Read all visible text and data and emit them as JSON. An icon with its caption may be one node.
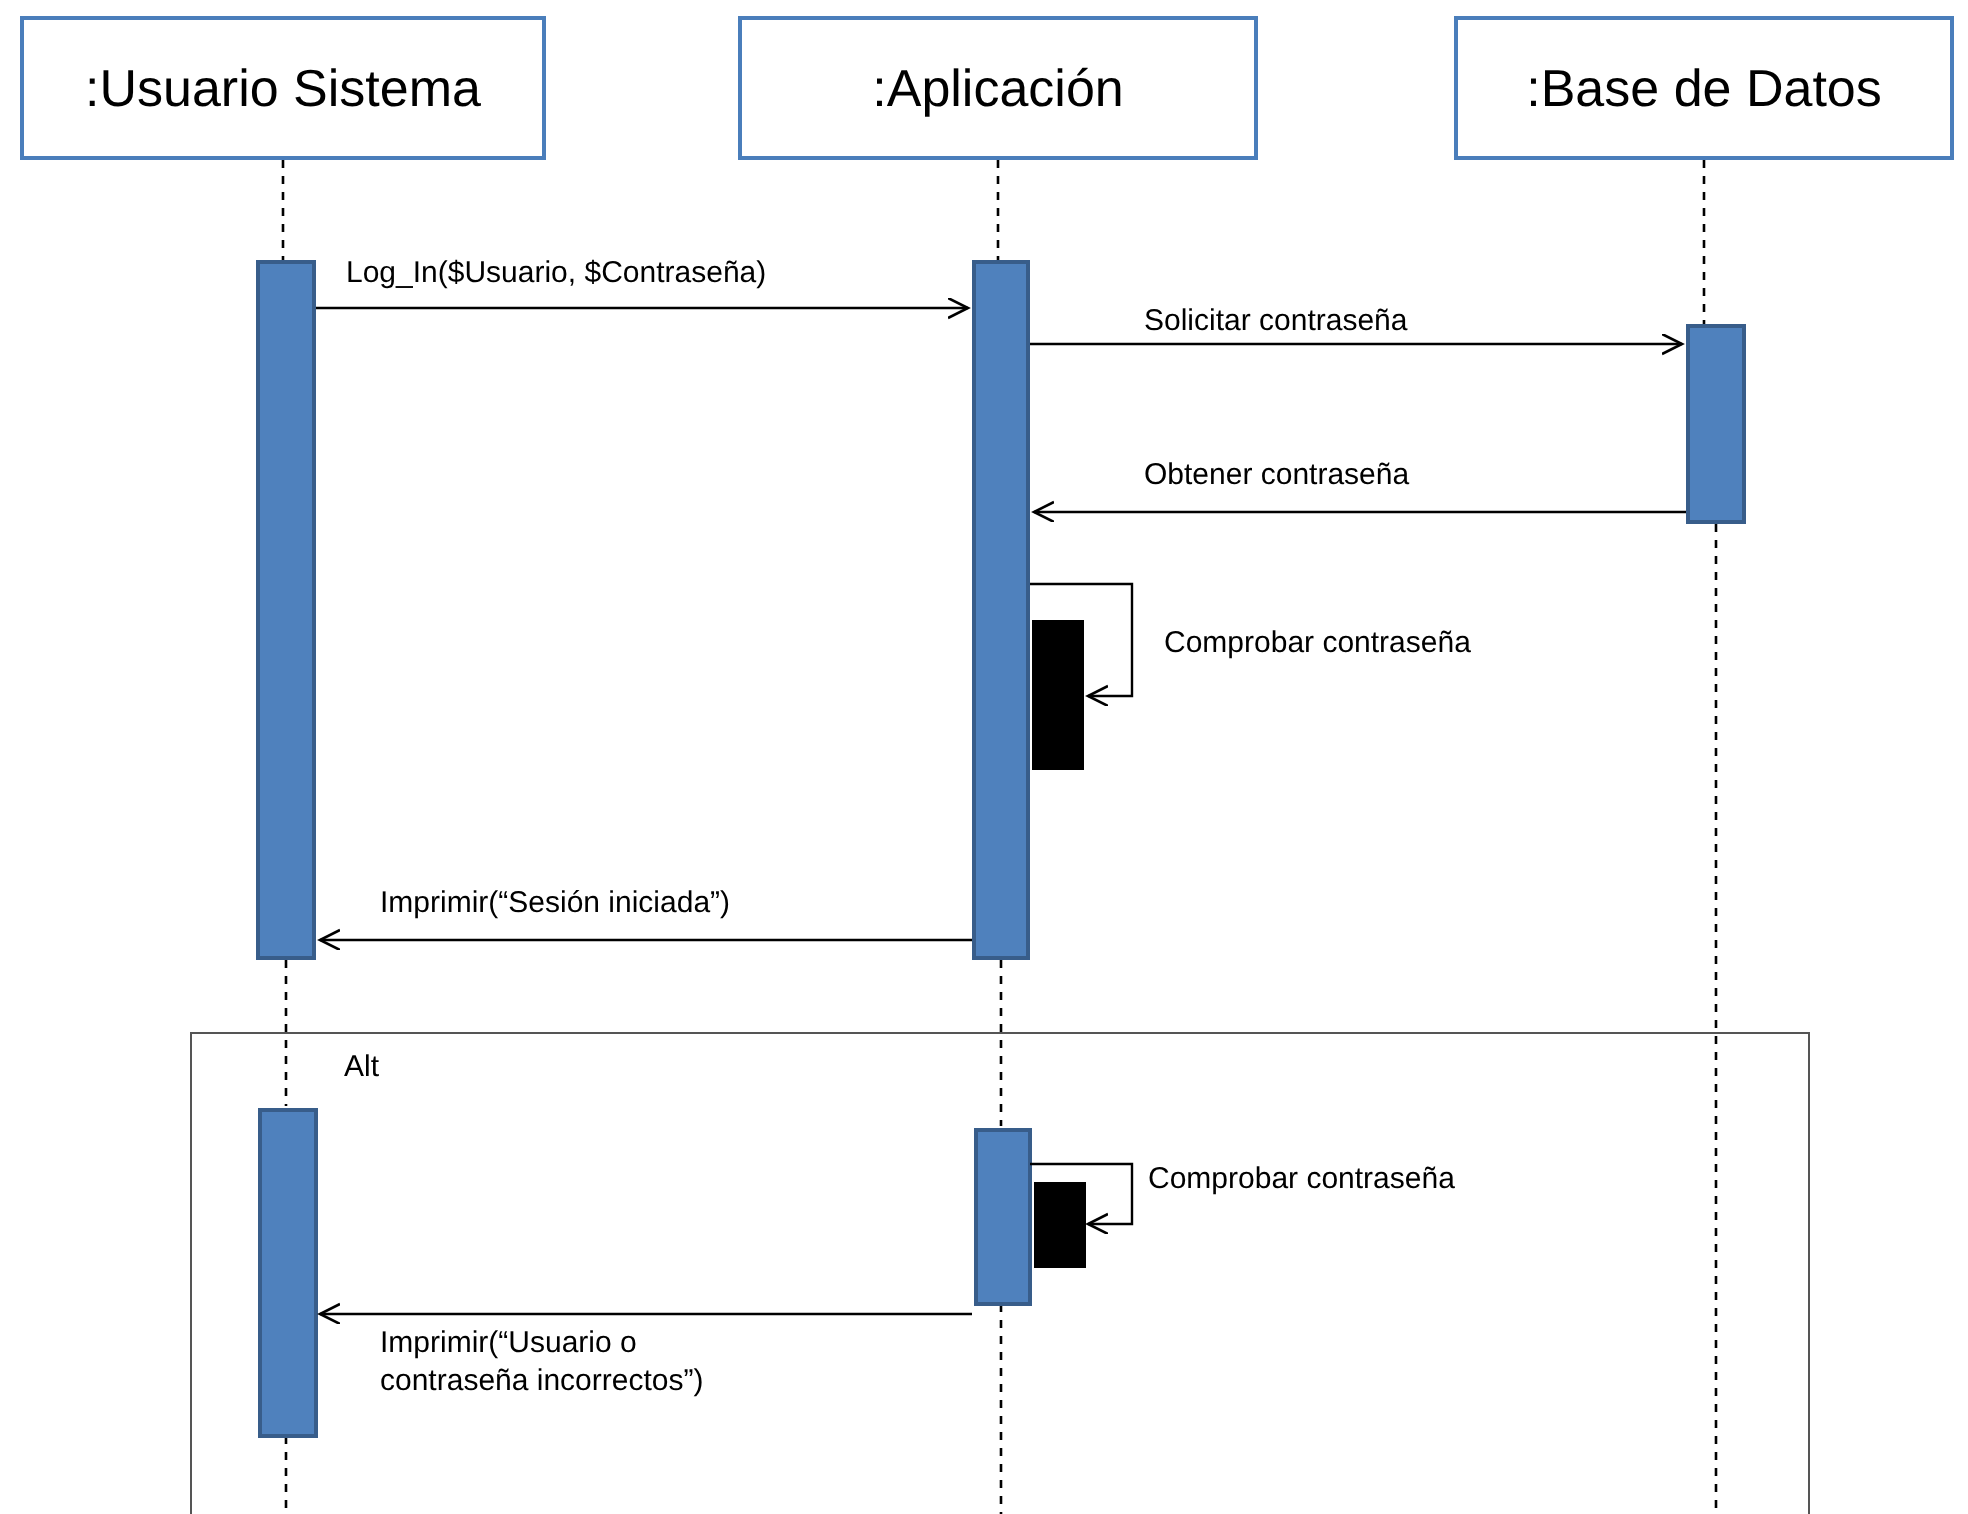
{
  "diagram": {
    "nodes": [
      {
        "text": [
          ":Usuario Sistema"
        ]
      },
      {
        "text": [
          ":Aplicación"
        ]
      },
      {
        "text": [
          ":Base de Datos"
        ]
      },
      {
        "text": [],
        "shape": "bar"
      },
      {
        "text": [],
        "shape": "bar"
      },
      {
        "text": [],
        "shape": "bar"
      },
      {
        "text": [],
        "shape": "box"
      },
      {
        "text": [
          "Alt"
        ]
      },
      {
        "text": [],
        "shape": "bar",
        "in": 7
      },
      {
        "text": [],
        "shape": "bar",
        "in": 7
      },
      {
        "text": [],
        "shape": "box",
        "in": 7
      }
    ],
    "edges": [
      {
        "from": 3,
        "to": 4,
        "arrow": "to",
        "label": "Log_In($Usuario, $Contraseña)"
      },
      {
        "from": 4,
        "to": 5,
        "arrow": "to",
        "label": "Solicitar contraseña"
      },
      {
        "from": 5,
        "to": 4,
        "arrow": "to",
        "label": "Obtener contraseña"
      },
      {
        "from": 4,
        "to": 6,
        "arrow": "to",
        "label": "Comprobar contraseña"
      },
      {
        "from": 4,
        "to": 3,
        "arrow": "to",
        "label": "Imprimir(“Sesión iniciada”)"
      },
      {
        "from": 9,
        "to": 10,
        "arrow": "to",
        "label": "Comprobar contraseña"
      },
      {
        "from": 9,
        "to": 8,
        "arrow": "to",
        "label": "Imprimir(“Usuario o contraseña incorrectos”)"
      },
      {
        "from": 0,
        "to": 3,
        "arrow": "none",
        "style": "dashed"
      },
      {
        "from": 3,
        "to": 8,
        "arrow": "none",
        "style": "dashed"
      },
      {
        "from": 8,
        "to": null,
        "arrow": "none",
        "style": "dashed"
      },
      {
        "from": 1,
        "to": 4,
        "arrow": "none",
        "style": "dashed"
      },
      {
        "from": 4,
        "to": 9,
        "arrow": "none",
        "style": "dashed"
      },
      {
        "from": 9,
        "to": null,
        "arrow": "none",
        "style": "dashed"
      },
      {
        "from": 2,
        "to": 5,
        "arrow": "none",
        "style": "dashed"
      },
      {
        "from": 5,
        "to": null,
        "arrow": "none",
        "style": "dashed"
      }
    ]
  }
}
